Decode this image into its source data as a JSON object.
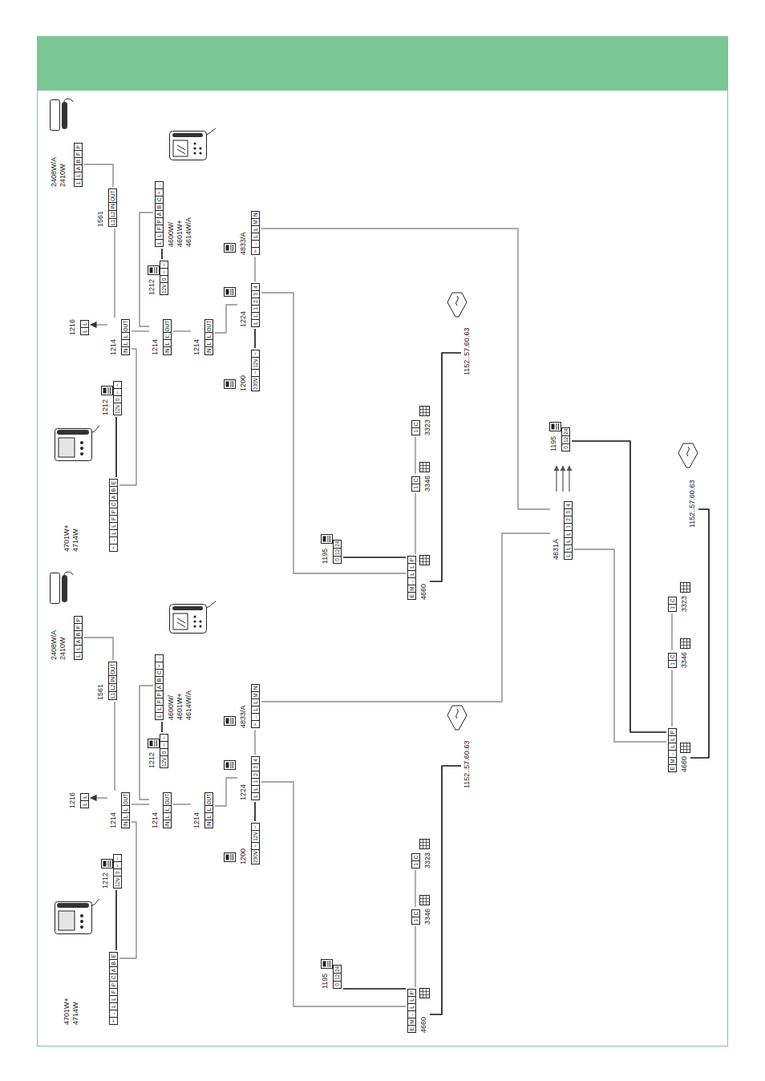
{
  "diagram": {
    "nodes": [
      {
        "text": [
          "2408W/A 2410W",
          "L",
          "L",
          "A",
          "B",
          "F",
          "P"
        ]
      },
      {
        "text": [
          "1561",
          "L1",
          "L2",
          "IN",
          "OUT"
        ]
      },
      {
        "text": [
          "1216",
          "L",
          "L"
        ]
      },
      {
        "text": [
          "1214",
          "IN",
          "L",
          "L",
          "OUT"
        ]
      },
      {
        "text": [
          "1214",
          "IN",
          "L",
          "L",
          "OUT"
        ]
      },
      {
        "text": [
          "1214",
          "IN",
          "L",
          "L",
          "OUT"
        ]
      },
      {
        "text": [
          "4600W/ 4601W+ 4614W/A",
          "L",
          "L",
          "F",
          "P",
          "A",
          "B",
          "C",
          "+",
          "-"
        ]
      },
      {
        "text": [
          "1212",
          "12V",
          "0",
          "~",
          "~"
        ]
      },
      {
        "text": [
          "1212",
          "12V",
          "0",
          "~",
          "~"
        ]
      },
      {
        "text": [
          "4701W+ 4714W",
          "+",
          "-",
          "L",
          "L",
          "F",
          "P",
          "C",
          "A",
          "B",
          "E"
        ]
      },
      {
        "text": [
          "1200",
          "230V",
          "~",
          "12V",
          "~"
        ]
      },
      {
        "text": [
          "1224",
          "L",
          "L",
          "1",
          "2",
          "3",
          "4"
        ]
      },
      {
        "text": [
          "4833/A",
          "+",
          "-",
          "L",
          "L",
          "M",
          "N"
        ]
      },
      {
        "text": [
          "1195",
          "0",
          "12",
          "24"
        ]
      },
      {
        "text": [
          "4660",
          "E",
          "M",
          "-",
          "L",
          "L",
          "P"
        ]
      },
      {
        "text": [
          "3346",
          "1",
          "C"
        ]
      },
      {
        "text": [
          "3323",
          "1",
          "C"
        ]
      },
      {
        "text": [
          "1152..57.60.63"
        ]
      },
      {
        "text": [
          "1195",
          "0",
          "12",
          "24"
        ]
      },
      {
        "text": [
          "4631A",
          "L",
          "L",
          "L",
          "L",
          "1",
          "2",
          "3",
          "4"
        ]
      },
      {
        "text": [
          "4660",
          "E",
          "M",
          "-",
          "L",
          "L",
          "P"
        ]
      },
      {
        "text": [
          "3346",
          "1",
          "C"
        ]
      },
      {
        "text": [
          "3323",
          "1",
          "C"
        ]
      },
      {
        "text": [
          "1152..57.60.63"
        ]
      },
      {
        "text": [
          "2408W/A 2410W",
          "L",
          "L",
          "A",
          "B",
          "F",
          "P"
        ]
      },
      {
        "text": [
          "1561",
          "L1",
          "L2",
          "IN",
          "OUT"
        ]
      },
      {
        "text": [
          "1216",
          "L",
          "L"
        ]
      },
      {
        "text": [
          "1214",
          "IN",
          "L",
          "L",
          "OUT"
        ]
      },
      {
        "text": [
          "1214",
          "IN",
          "L",
          "L",
          "OUT"
        ]
      },
      {
        "text": [
          "1214",
          "IN",
          "L",
          "L",
          "OUT"
        ]
      },
      {
        "text": [
          "4600W/ 4601W+ 4614W/A",
          "L",
          "L",
          "F",
          "P",
          "A",
          "B",
          "C",
          "+",
          "-"
        ]
      },
      {
        "text": [
          "1212",
          "12V",
          "0",
          "~",
          "~"
        ]
      },
      {
        "text": [
          "1212",
          "12V",
          "0",
          "~",
          "~"
        ]
      },
      {
        "text": [
          "4701W+ 4714W",
          "+",
          "-",
          "L",
          "L",
          "F",
          "P",
          "C",
          "A",
          "B",
          "E"
        ]
      },
      {
        "text": [
          "1200",
          "230V",
          "~",
          "12V",
          "~"
        ]
      },
      {
        "text": [
          "1224",
          "L",
          "L",
          "1",
          "2",
          "3",
          "4"
        ]
      },
      {
        "text": [
          "4833/A",
          "+",
          "-",
          "L",
          "L",
          "M",
          "N"
        ]
      },
      {
        "text": [
          "1195",
          "0",
          "12",
          "24"
        ]
      },
      {
        "text": [
          "4660",
          "E",
          "M",
          "-",
          "L",
          "L",
          "P"
        ]
      },
      {
        "text": [
          "3346",
          "1",
          "C"
        ]
      },
      {
        "text": [
          "3323",
          "1",
          "C"
        ]
      },
      {
        "text": [
          "1152..57.60.63"
        ]
      }
    ],
    "edges": [
      {
        "from": 1,
        "to": 0,
        "arrow": "none"
      },
      {
        "from": 3,
        "to": 2,
        "arrow": "to"
      },
      {
        "from": 3,
        "to": 4,
        "arrow": "none"
      },
      {
        "from": 4,
        "to": 5,
        "arrow": "none"
      },
      {
        "from": 7,
        "to": 6,
        "arrow": "none"
      },
      {
        "from": 4,
        "to": 6,
        "arrow": "none"
      },
      {
        "from": 8,
        "to": 9,
        "arrow": "none"
      },
      {
        "from": 3,
        "to": 9,
        "arrow": "none"
      },
      {
        "from": 3,
        "to": 1,
        "arrow": "none"
      },
      {
        "from": 5,
        "to": 11,
        "arrow": "none"
      },
      {
        "from": 10,
        "to": 11,
        "arrow": "none"
      },
      {
        "from": 11,
        "to": 12,
        "arrow": "none"
      },
      {
        "from": 11,
        "to": 14,
        "arrow": "none"
      },
      {
        "from": 12,
        "to": 19,
        "arrow": "none"
      },
      {
        "from": 13,
        "to": 14,
        "arrow": "none"
      },
      {
        "from": 14,
        "to": 15,
        "arrow": "none"
      },
      {
        "from": 15,
        "to": 16,
        "arrow": "none"
      },
      {
        "from": 14,
        "to": 17,
        "arrow": "none"
      },
      {
        "from": 19,
        "to": 20,
        "arrow": "none"
      },
      {
        "from": 18,
        "to": 20,
        "arrow": "none"
      },
      {
        "from": 20,
        "to": 21,
        "arrow": "none"
      },
      {
        "from": 21,
        "to": 22,
        "arrow": "none"
      },
      {
        "from": 20,
        "to": 23,
        "arrow": "none"
      },
      {
        "from": 25,
        "to": 24,
        "arrow": "none"
      },
      {
        "from": 27,
        "to": 26,
        "arrow": "to"
      },
      {
        "from": 27,
        "to": 28,
        "arrow": "none"
      },
      {
        "from": 28,
        "to": 29,
        "arrow": "none"
      },
      {
        "from": 31,
        "to": 30,
        "arrow": "none"
      },
      {
        "from": 28,
        "to": 30,
        "arrow": "none"
      },
      {
        "from": 32,
        "to": 33,
        "arrow": "none"
      },
      {
        "from": 27,
        "to": 33,
        "arrow": "none"
      },
      {
        "from": 27,
        "to": 25,
        "arrow": "none"
      },
      {
        "from": 29,
        "to": 35,
        "arrow": "none"
      },
      {
        "from": 34,
        "to": 35,
        "arrow": "none"
      },
      {
        "from": 35,
        "to": 36,
        "arrow": "none"
      },
      {
        "from": 35,
        "to": 38,
        "arrow": "none"
      },
      {
        "from": 36,
        "to": 19,
        "arrow": "none"
      },
      {
        "from": 37,
        "to": 38,
        "arrow": "none"
      },
      {
        "from": 38,
        "to": 39,
        "arrow": "none"
      },
      {
        "from": 39,
        "to": 40,
        "arrow": "none"
      },
      {
        "from": 38,
        "to": 41,
        "arrow": "none"
      }
    ]
  }
}
